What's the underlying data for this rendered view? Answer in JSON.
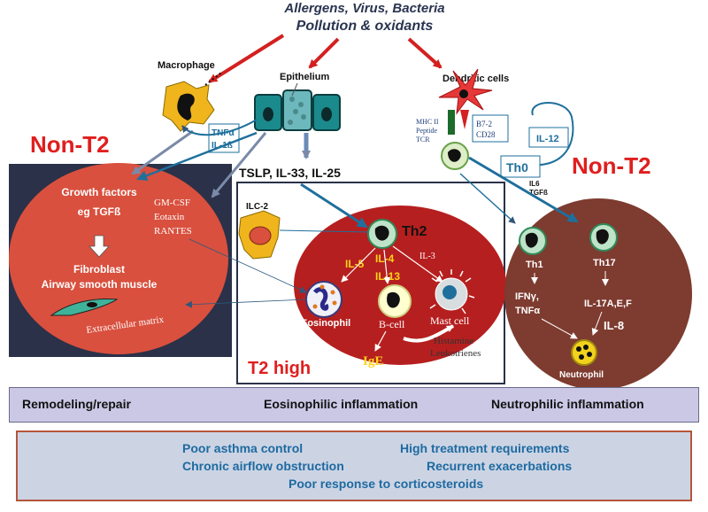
{
  "triggers": {
    "line1": "Allergens, Virus, Bacteria",
    "line2": "Pollution & oxidants"
  },
  "cells": {
    "macrophage": "Macrophage",
    "epithelium": "Epithelium",
    "dendritic": "Dendritic cells",
    "ilc2": "ILC-2",
    "th2": "Th2",
    "th0": "Th0",
    "th1": "Th1",
    "th17": "Th17",
    "eosinophil": "Eosinophil",
    "bcell": "B-cell",
    "mast": "Mast cell",
    "neutrophil": "Neutrophil",
    "fibroblast": "Fibroblast",
    "airway_sm": "Airway smooth muscle",
    "ecm": "Extracellular matrix"
  },
  "cytokines": {
    "tnf": "TNFα",
    "il1b": "IL-1ß",
    "mhc1": "MHC II",
    "mhc2": "Peptide",
    "mhc3": "TCR",
    "b72": "B7-2",
    "cd28": "CD28",
    "il12": "IL-12",
    "il6": "IL6",
    "tgfb_small": "TGFß",
    "alarmins": "TSLP, IL-33,  IL-25",
    "growth1": "Growth factors",
    "growth2": "eg TGFß",
    "gmcsf": "GM-CSF",
    "eotaxin": "Eotaxin",
    "rantes": "RANTES",
    "il5": "IL-5",
    "il4": "IL-4",
    "il13": "IL-13",
    "il3": "IL-3",
    "ige": "IgE",
    "histamine": "Histamine",
    "leuko": "Leukotrienes",
    "ifng": "IFNγ,",
    "tnfa": "TNFα",
    "il17": "IL-17A,E,F",
    "il8": "IL-8"
  },
  "labels": {
    "nont2_left": "Non-T2",
    "nont2_right": "Non-T2",
    "t2high": "T2 high"
  },
  "categories": {
    "remodeling": "Remodeling/repair",
    "eosinophilic": "Eosinophilic inflammation",
    "neutrophilic": "Neutrophilic inflammation"
  },
  "outcomes": {
    "o1": "Poor asthma control",
    "o2": "High treatment requirements",
    "o3": "Chronic airflow obstruction",
    "o4": "Recurrent exacerbations",
    "o5": "Poor response to corticosteroids"
  },
  "colors": {
    "red_arrow": "#d42020",
    "blue_arrow": "#1f6f9c",
    "left_oval": "#d9503e",
    "center_oval": "#b61f1f",
    "right_oval": "#7e3b2f",
    "dark_panel": "#2a3148",
    "epithelium": "#1a8a8c",
    "macrophage": "#f0b51c"
  }
}
